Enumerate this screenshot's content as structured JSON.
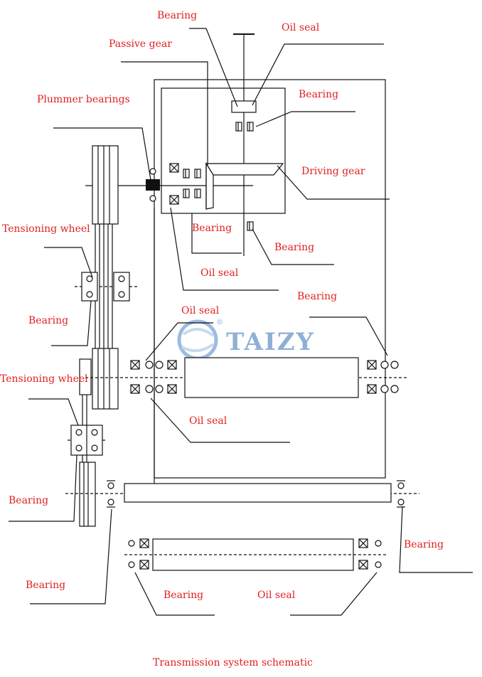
{
  "labels": {
    "bearing_top": "Bearing",
    "oil_seal_top": "Oil seal",
    "passive_gear": "Passive gear",
    "bearing_right1": "Bearing",
    "plummer_bearings": "Plummer bearings",
    "driving_gear": "Driving gear",
    "bearing_mid": "Bearing",
    "bearing_right2": "Bearing",
    "oil_seal_mid": "Oil seal",
    "tensioning_wheel_1": "Tensioning wheel",
    "bearing_right3": "Bearing",
    "bearing_left1": "Bearing",
    "oil_seal_center": "Oil seal",
    "tensioning_wheel_2": "Tensioning wheel",
    "oil_seal_lower": "Oil seal",
    "bearing_left2": "Bearing",
    "bearing_right4": "Bearing",
    "bearing_left3": "Bearing",
    "bearing_bottom": "Bearing",
    "oil_seal_bottom": "Oil seal"
  },
  "caption": "Transmission system schematic",
  "watermark": "TAIZY",
  "watermark_reg": "®",
  "colors": {
    "label": "#e02020",
    "line": "#111111",
    "watermark": "#8fb0d6"
  }
}
